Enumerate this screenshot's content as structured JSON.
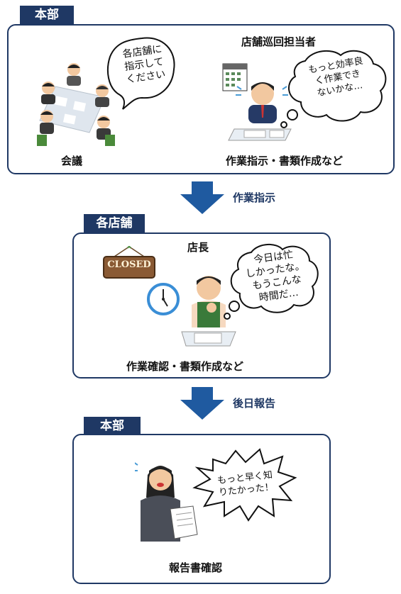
{
  "hq_top": {
    "tag": "本部",
    "meeting_label": "会議",
    "meeting_bubble": [
      "各店舗に",
      "指示して",
      "ください"
    ],
    "supervisor_title": "店舗巡回担当者",
    "supervisor_bubble": [
      "もっと効率良",
      "く作業でき",
      "ないかな…"
    ],
    "supervisor_label": "作業指示・書類作成など"
  },
  "arrow1": {
    "label": "作業指示",
    "color": "#1f5aa0"
  },
  "store": {
    "tag": "各店舗",
    "manager_title": "店長",
    "closed_sign": "CLOSED",
    "manager_bubble": [
      "今日は忙",
      "しかったな。",
      "もうこんな",
      "時間だ…"
    ],
    "manager_label": "作業確認・書類作成など"
  },
  "arrow2": {
    "label": "後日報告",
    "color": "#1f5aa0"
  },
  "hq_bottom": {
    "tag": "本部",
    "bubble": [
      "もっと早く知",
      "りたかった！"
    ],
    "label": "報告書確認"
  },
  "colors": {
    "navy": "#1f3864",
    "arrow": "#1f5aa0"
  }
}
